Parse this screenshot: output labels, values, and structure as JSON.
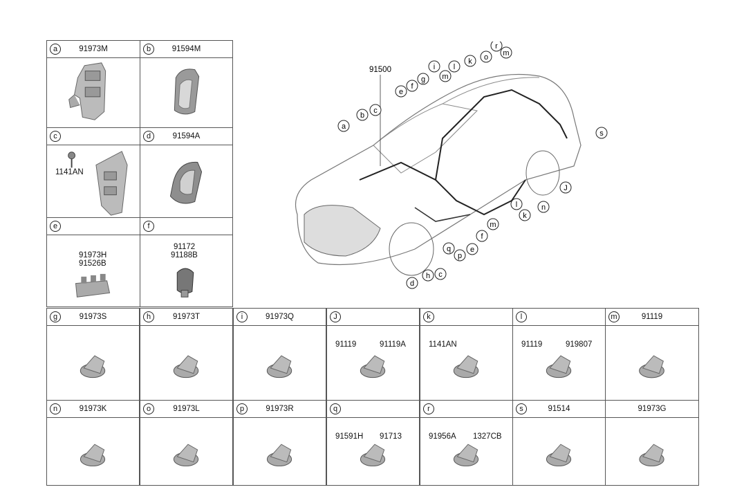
{
  "main_part": "91500",
  "callouts": [
    "a",
    "b",
    "c",
    "e",
    "f",
    "g",
    "i",
    "m",
    "l",
    "k",
    "o",
    "r",
    "m",
    "s",
    "J",
    "n",
    "k",
    "l",
    "m",
    "f",
    "e",
    "p",
    "q",
    "c",
    "h",
    "d"
  ],
  "panels": [
    {
      "letter": "a",
      "pn": "91973M"
    },
    {
      "letter": "b",
      "pn": "91594M"
    },
    {
      "letter": "c",
      "pn": "",
      "label1": "1141AN"
    },
    {
      "letter": "d",
      "pn": "91594A"
    },
    {
      "letter": "e",
      "pn": "",
      "label1": "91973H",
      "label2": "91526B"
    },
    {
      "letter": "f",
      "pn": "",
      "label1": "91172",
      "label2": "91188B"
    },
    {
      "letter": "g",
      "pn": "91973S"
    },
    {
      "letter": "h",
      "pn": "91973T"
    },
    {
      "letter": "i",
      "pn": "91973Q"
    },
    {
      "letter": "J",
      "pn": "",
      "label1": "91119",
      "label2": "91119A"
    },
    {
      "letter": "k",
      "pn": "",
      "label1": "1141AN"
    },
    {
      "letter": "l",
      "pn": "",
      "label1": "91119",
      "label2": "919807"
    },
    {
      "letter": "m",
      "pn": "91119"
    },
    {
      "letter": "n",
      "pn": "91973K"
    },
    {
      "letter": "o",
      "pn": "91973L"
    },
    {
      "letter": "p",
      "pn": "91973R"
    },
    {
      "letter": "q",
      "pn": "",
      "label1": "91591H",
      "label2": "91713"
    },
    {
      "letter": "r",
      "pn": "",
      "label1": "91956A",
      "label2": "1327CB"
    },
    {
      "letter": "s",
      "pn": "91514"
    },
    {
      "letter": "",
      "pn": "91973G"
    }
  ]
}
